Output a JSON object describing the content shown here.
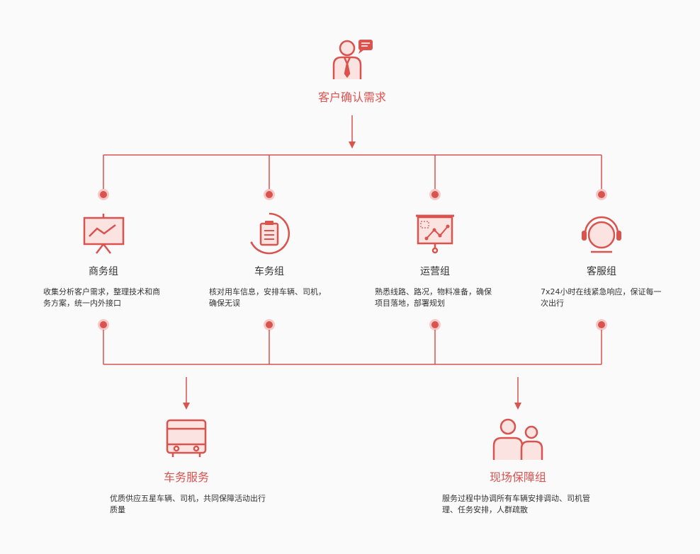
{
  "top": {
    "label": "客户确认需求",
    "icon": "businessman-with-chat-icon"
  },
  "groups": [
    {
      "name": "商务组",
      "icon": "presentation-board-chart-icon",
      "desc": "收集分析客户需求，整理技术和商务方案，统一内外接口"
    },
    {
      "name": "车务组",
      "icon": "clipboard-checklist-icon",
      "desc": "核对用车信息，安排车辆、司机，确保无误"
    },
    {
      "name": "运营组",
      "icon": "project-board-graph-icon",
      "desc": "熟悉线路、路况，物料准备，确保项目落地，部署规划"
    },
    {
      "name": "客服组",
      "icon": "headset-support-icon",
      "desc": "7x24小时在线紧急响应，保证每一次出行"
    }
  ],
  "outcomes": [
    {
      "name": "车务服务",
      "icon": "bus-icon",
      "desc": "优质供应五星车辆、司机，共同保障活动出行质量"
    },
    {
      "name": "现场保障组",
      "icon": "two-people-team-icon",
      "desc": "服务过程中协调所有车辆安排调动、司机管理、任务安排，人群疏散"
    }
  ],
  "colors": {
    "accent": "#d9534f",
    "dot_halo": "#f6c9c7",
    "icon_fill": "#fbe3e1",
    "text": "#333333"
  }
}
